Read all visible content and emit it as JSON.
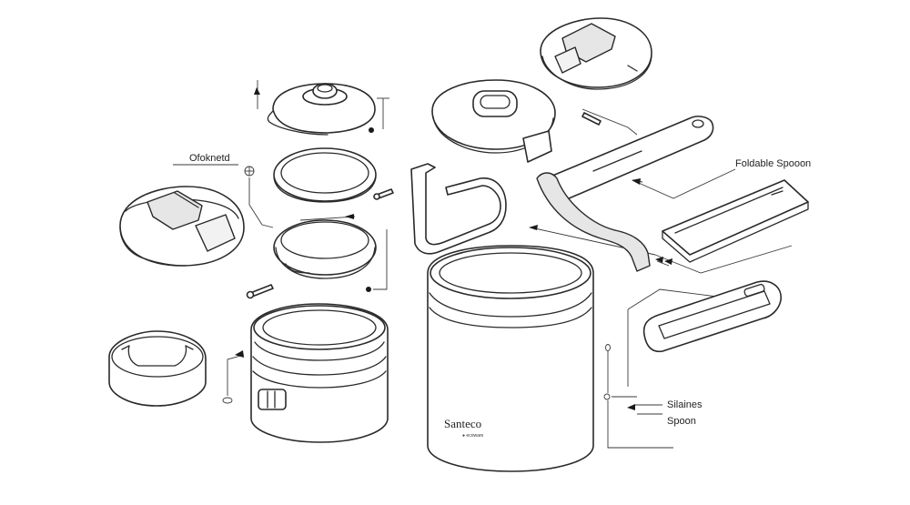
{
  "labels": {
    "top_left": "Ofoknetd",
    "foldable_spoon": "Foldable Spooon",
    "silaines": "Silaines",
    "spoon": "Spoon"
  },
  "brand": {
    "name": "Santeco",
    "sub": "● ecoware"
  },
  "colors": {
    "line": "#2a2a2a",
    "background": "#ffffff",
    "accent_fill": "#e6e6e6"
  }
}
